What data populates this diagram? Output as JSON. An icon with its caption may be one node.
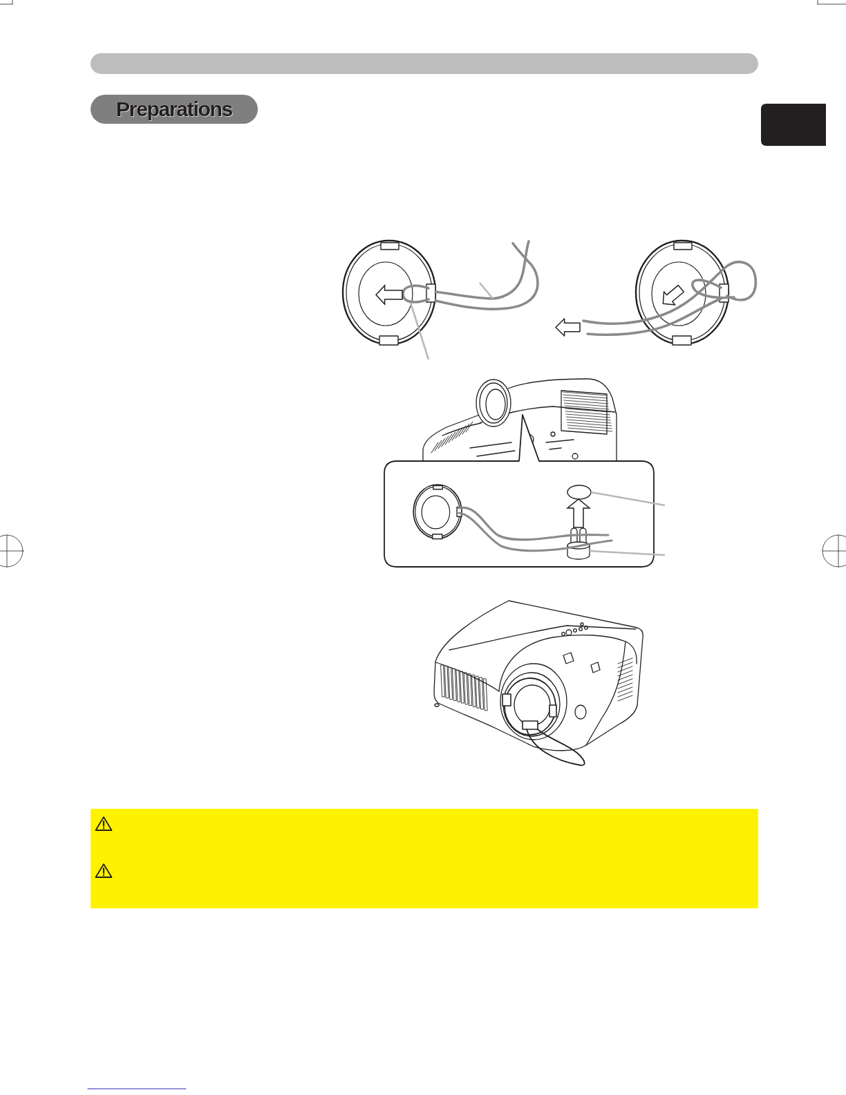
{
  "diagram": {
    "title": "Preparations",
    "nodes": [
      {
        "text": [],
        "shape": "box"
      },
      {
        "text": [],
        "shape": "picture"
      },
      {
        "text": [],
        "shape": "picture"
      },
      {
        "text": [],
        "shape": "circle"
      },
      {
        "text": [],
        "shape": "picture"
      }
    ],
    "edges": [
      {
        "from": null,
        "to": 2,
        "arrow": "none"
      },
      {
        "from": 1,
        "to": null,
        "arrow": "to"
      },
      {
        "from": null,
        "to": 1,
        "arrow": "none"
      },
      {
        "from": null,
        "to": 3,
        "arrow": "none"
      },
      {
        "from": 4,
        "to": 3,
        "arrow": "to"
      },
      {
        "from": null,
        "to": 4,
        "arrow": "none"
      }
    ]
  }
}
